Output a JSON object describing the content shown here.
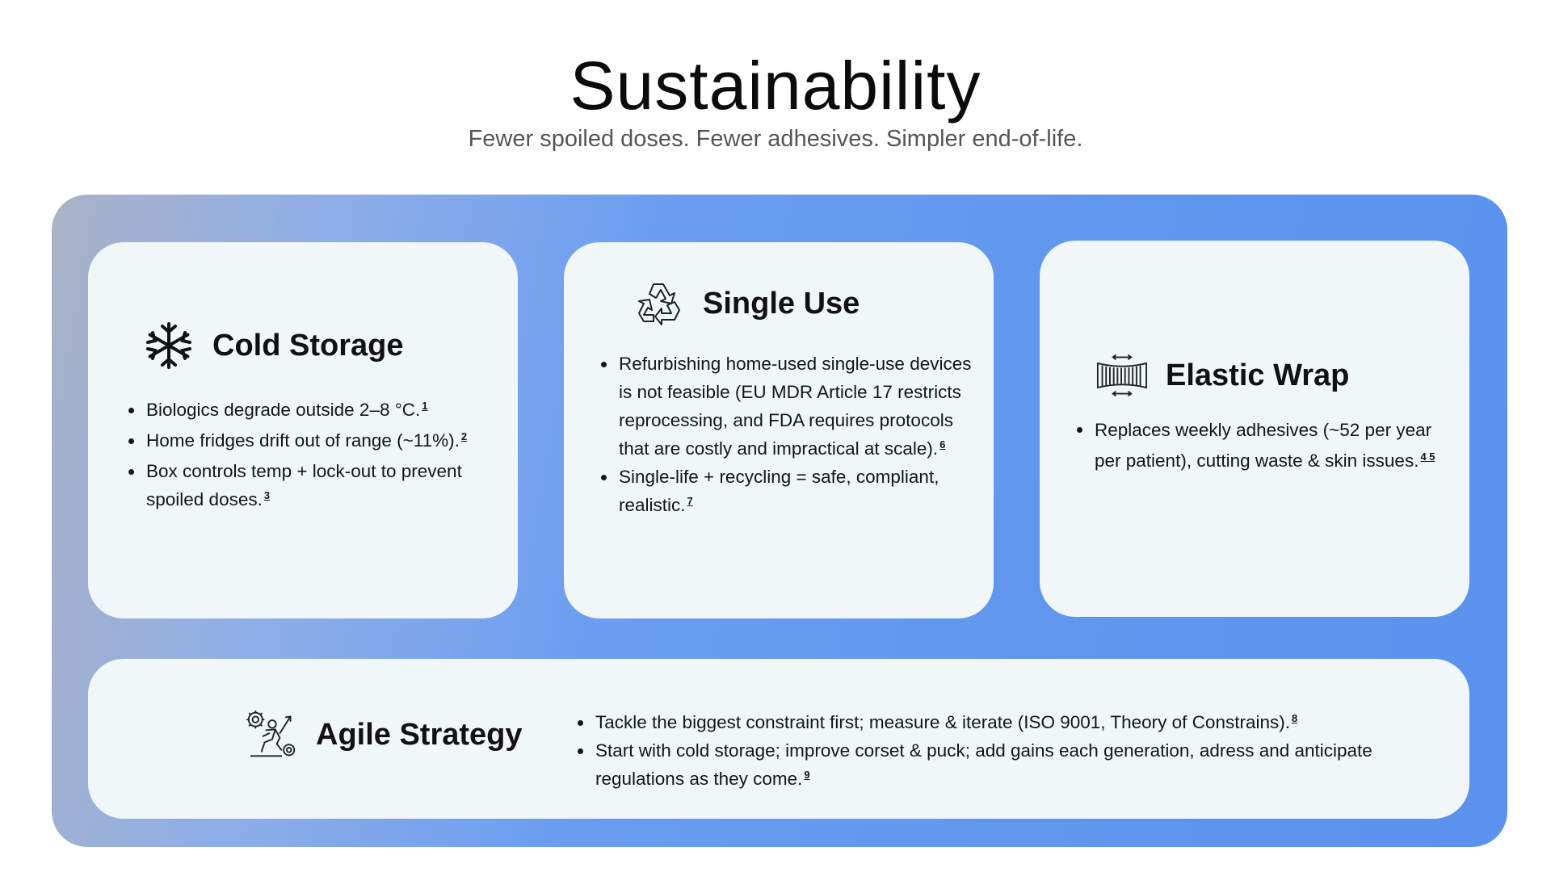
{
  "title": "Sustainability",
  "subtitle": "Fewer spoiled doses. Fewer adhesives. Simpler end-of-life.",
  "cards": {
    "cold_storage": {
      "heading": "Cold Storage",
      "icon": "snowflake-icon",
      "bullets": [
        {
          "text": "Biologics degrade outside 2–8 °C.",
          "ref": "1"
        },
        {
          "text": "Home fridges drift out of range (~11%).",
          "ref": "2"
        },
        {
          "text": "Box controls temp + lock-out to prevent spoiled doses.",
          "ref": "3"
        }
      ]
    },
    "single_use": {
      "heading": "Single Use",
      "icon": "recycle-icon",
      "bullets": [
        {
          "text": "Refurbishing home-used single-use devices is not feasible (EU MDR Article 17 restricts reprocessing, and FDA requires  protocols that are costly and impractical at scale).",
          "ref": "6"
        },
        {
          "text": "Single-life + recycling = safe, compliant, realistic.",
          "ref": "7"
        }
      ]
    },
    "elastic_wrap": {
      "heading": "Elastic Wrap",
      "icon": "elastic-band-icon",
      "bullets": [
        {
          "text": "Replaces weekly adhesives (~52 per year per patient), cutting waste & skin issues.",
          "ref": "4 5"
        }
      ]
    },
    "agile_strategy": {
      "heading": "Agile Strategy",
      "icon": "agile-runner-icon",
      "bullets": [
        {
          "text": "Tackle the biggest constraint first; measure & iterate (ISO 9001, Theory of Constrains).",
          "ref": "8"
        },
        {
          "text": "Start with cold storage; improve corset & puck; add gains each generation, adress and anticipate regulations as they come.",
          "ref": "9"
        }
      ]
    }
  }
}
